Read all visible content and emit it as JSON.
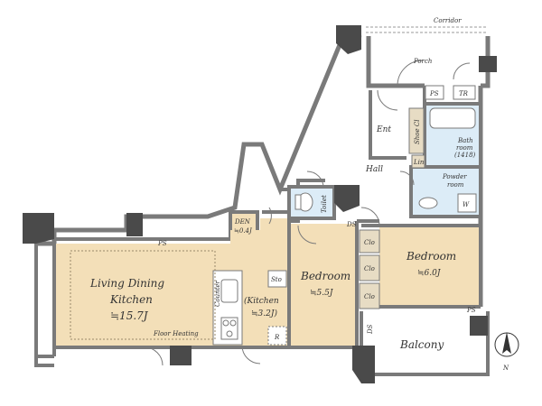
{
  "plan": {
    "labels": {
      "corridor": "Corridor",
      "porch": "Porch",
      "ps_top": "PS",
      "tr": "TR",
      "ent": "Ent",
      "shoe_cl": "Shoe Cl",
      "bath_1": "Bath",
      "bath_2": "room",
      "bath_3": "(1418)",
      "hall": "Hall",
      "lin": "Lin",
      "powder_1": "Powder",
      "powder_2": "room",
      "w": "W",
      "toilet": "Toilet",
      "den_1": "DEN",
      "den_2": "≒0.4J",
      "ds_top": "DS",
      "ps_left": "PS",
      "living_1": "Living Dining",
      "living_2": "Kitchen",
      "living_3": "≒15.7J",
      "floor_heating": "Floor Heating",
      "counter": "Counter",
      "sto": "Sto",
      "kitchen_1": "(Kitchen",
      "kitchen_2": "≒3.2J)",
      "r": "R",
      "bedroom1_1": "Bedroom",
      "bedroom1_2": "≒5.5J",
      "clo1": "Clo",
      "clo2": "Clo",
      "clo3": "Clo",
      "bedroom2_1": "Bedroom",
      "bedroom2_2": "≒6.0J",
      "ps_right": "PS",
      "ds_side": "DS",
      "balcony": "Balcony",
      "north": "N"
    },
    "colors": {
      "wall": "#7a7a7a",
      "column": "#4a4a4a",
      "ldk_fill": "#f3dfb8",
      "wet_fill": "#dcecf7",
      "closet_fill": "#e7dcc4",
      "floor_heating_line": "#9a8a6a",
      "text": "#333333"
    }
  }
}
